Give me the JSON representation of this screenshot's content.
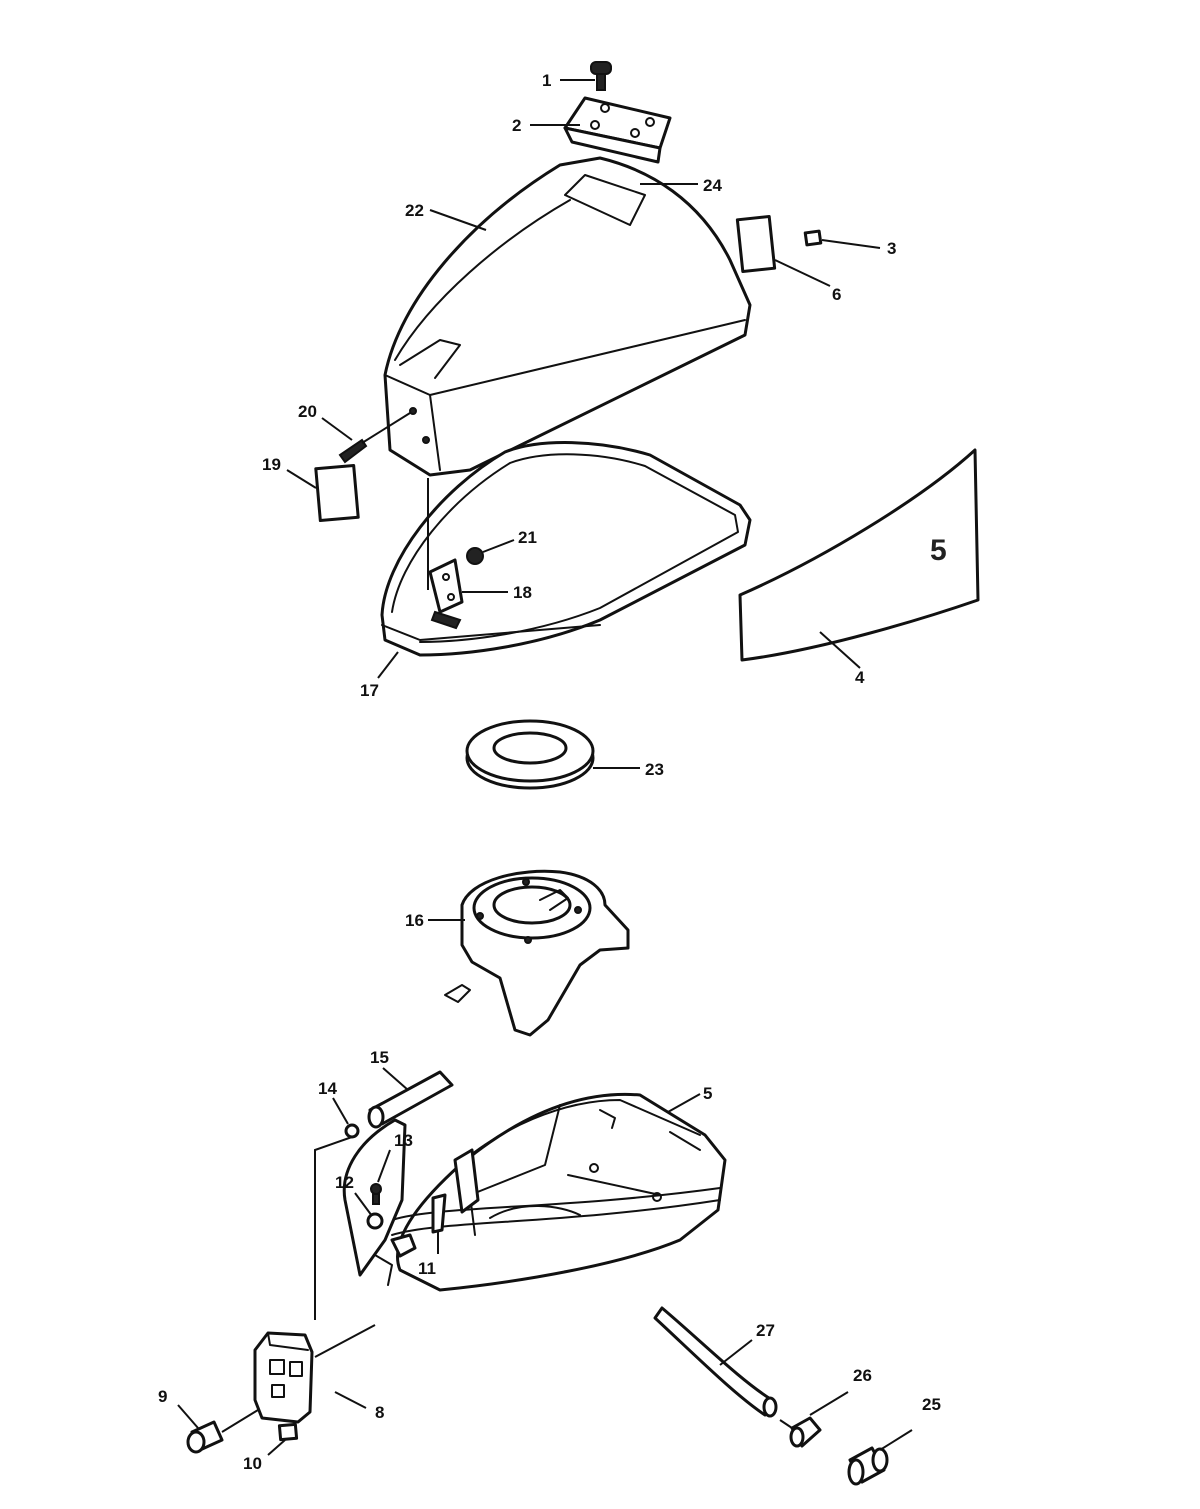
{
  "diagram": {
    "callouts": [
      "1",
      "2",
      "3",
      "4",
      "5",
      "6",
      "8",
      "9",
      "10",
      "11",
      "12",
      "13",
      "14",
      "15",
      "16",
      "17",
      "18",
      "19",
      "20",
      "21",
      "22",
      "23",
      "24",
      "25",
      "26",
      "27"
    ],
    "decal_mark": "5"
  }
}
